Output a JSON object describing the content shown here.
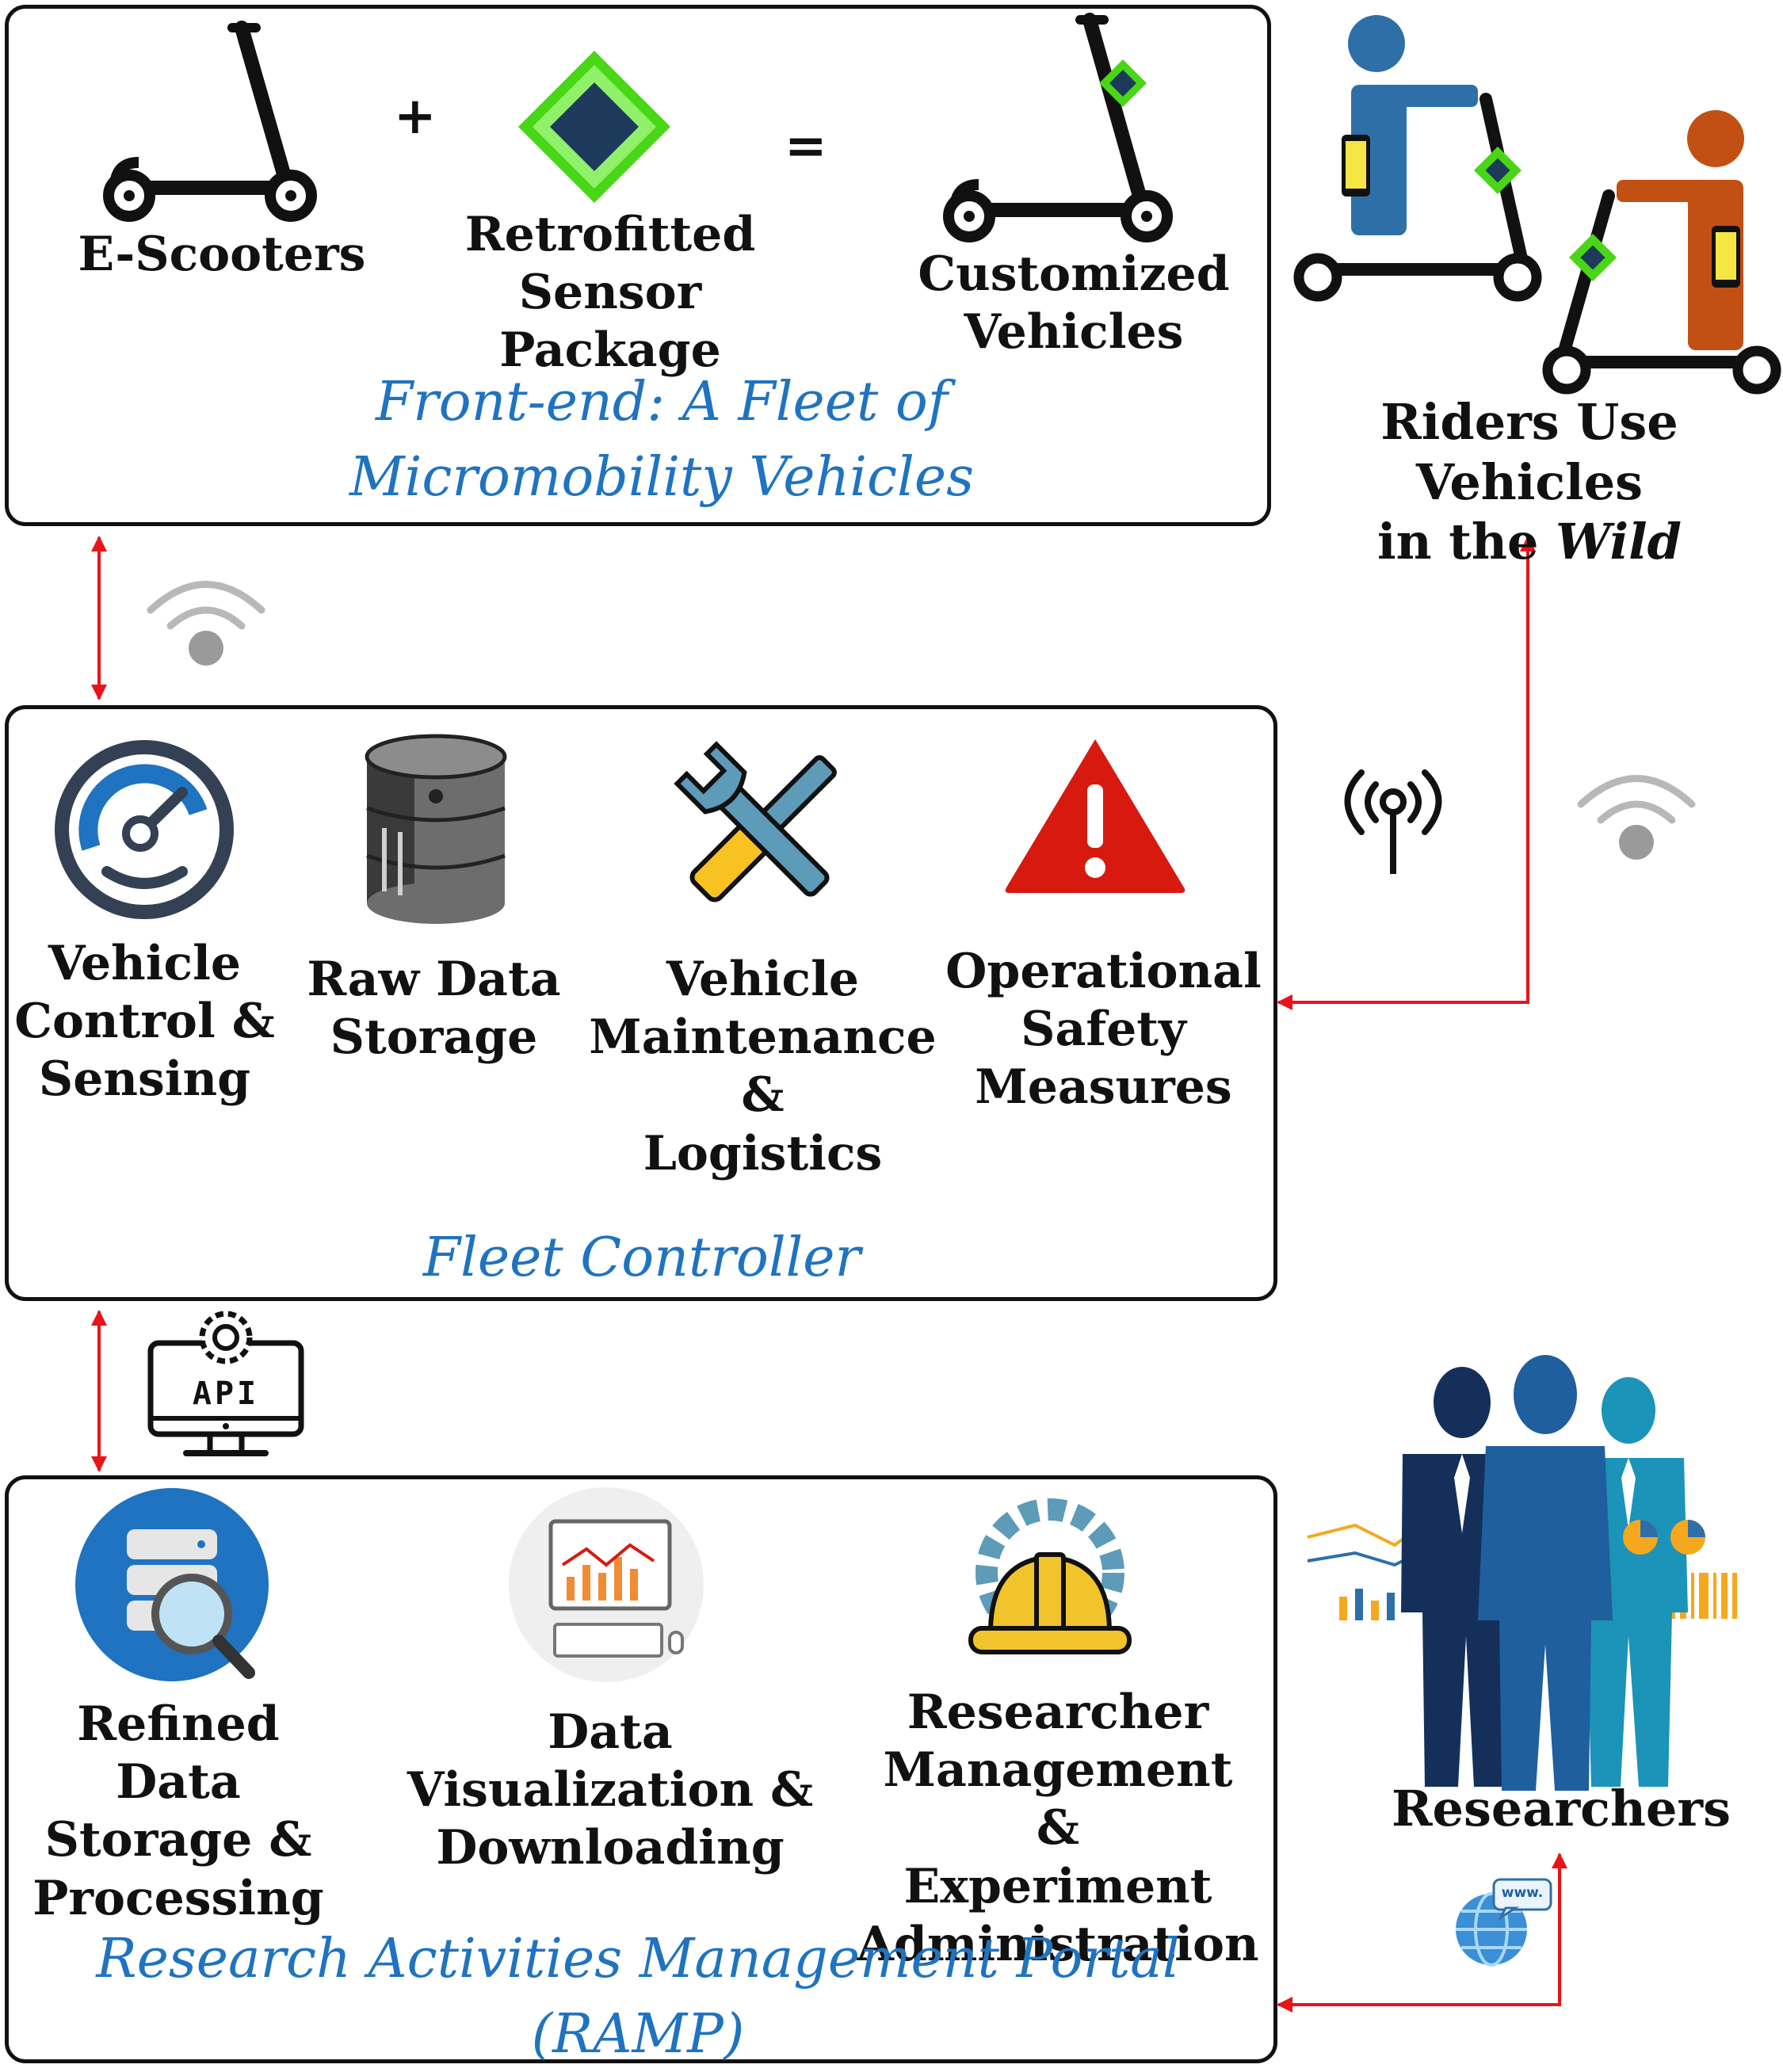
{
  "colors": {
    "title_blue": "#1f73c1",
    "arrow_red": "#e8141a",
    "chip_green": "#49d617",
    "chip_navy": "#1e3a5a",
    "rider_blue": "#2f6fa8",
    "rider_orange": "#c25014",
    "warning_red": "#d7190f",
    "gauge_blue": "#1f73c1",
    "hardhat_yellow": "#f2c42b"
  },
  "frontend": {
    "operator_plus": "+",
    "operator_equals": "=",
    "scooter_label": "E-Scooters",
    "sensor_label": "Retrofitted\nSensor Package",
    "customized_label": "Customized\nVehicles",
    "title": "Front-end: A Fleet of\nMicromobility Vehicles"
  },
  "riders": {
    "label_prefix": "Riders Use Vehicles\nin the ",
    "label_italic": "Wild"
  },
  "fleet": {
    "items": [
      {
        "label": "Vehicle\nControl &\nSensing",
        "icon": "gauge-icon"
      },
      {
        "label": "Raw Data\nStorage",
        "icon": "database-icon"
      },
      {
        "label": "Vehicle\nMaintenance\n&\nLogistics",
        "icon": "tools-icon"
      },
      {
        "label": "Operational\nSafety\nMeasures",
        "icon": "warning-icon"
      }
    ],
    "title": "Fleet Controller"
  },
  "api": {
    "label": "API"
  },
  "ramp": {
    "items": [
      {
        "label": "Refined Data\nStorage &\nProcessing",
        "icon": "search-database-icon"
      },
      {
        "label": "Data\nVisualization &\nDownloading",
        "icon": "monitor-chart-icon"
      },
      {
        "label": "Researcher\nManagement &\nExperiment\nAdministration",
        "icon": "hardhat-gear-icon"
      }
    ],
    "title": "Research Activities Management Portal\n(RAMP)"
  },
  "researchers": {
    "label": "Researchers",
    "www_text": "www."
  }
}
